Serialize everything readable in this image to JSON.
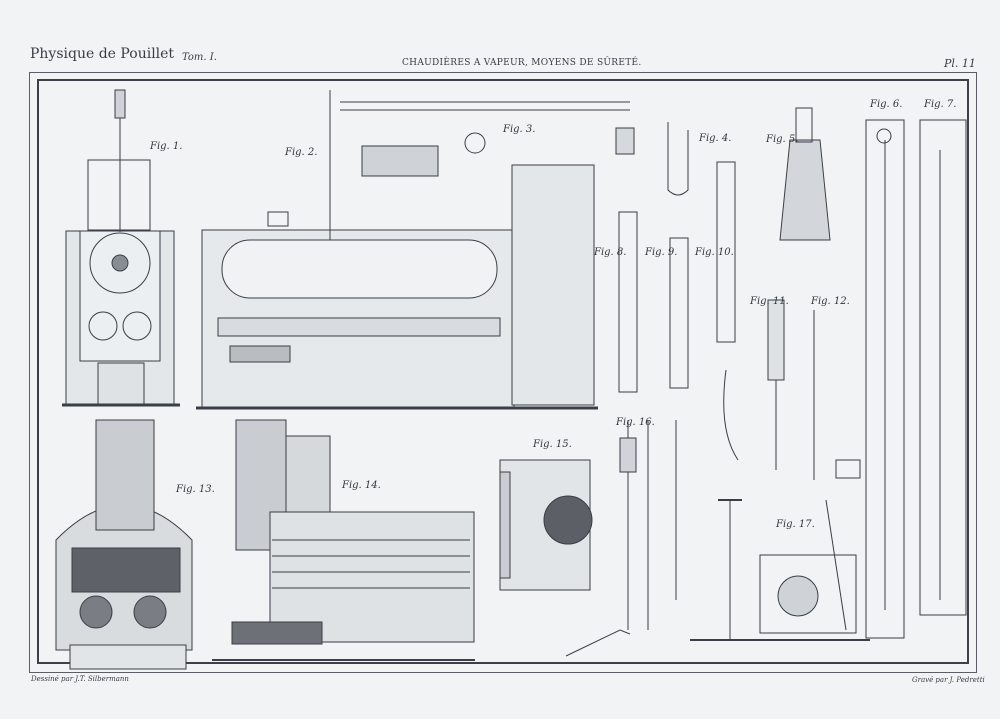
{
  "header": {
    "left_title": "Physique de Pouillet",
    "volume": "Tom. I.",
    "center_title": "CHAUDIÈRES A VAPEUR, MOYENS DE SÛRETÉ.",
    "plate": "Pl. 11"
  },
  "figures": {
    "fig1": "Fig. 1.",
    "fig2": "Fig. 2.",
    "fig3": "Fig. 3.",
    "fig4": "Fig. 4.",
    "fig5": "Fig. 5.",
    "fig6": "Fig. 6.",
    "fig7": "Fig. 7.",
    "fig8": "Fig. 8.",
    "fig9": "Fig. 9.",
    "fig10": "Fig. 10.",
    "fig11": "Fig. 11.",
    "fig12": "Fig. 12.",
    "fig13": "Fig. 13.",
    "fig14": "Fig. 14.",
    "fig15": "Fig. 15.",
    "fig16": "Fig. 16.",
    "fig17": "Fig. 17."
  },
  "footer": {
    "drawn_by": "Dessiné par J.T. Silbermann",
    "engraved_by": "Gravé par J. Pedretti"
  }
}
